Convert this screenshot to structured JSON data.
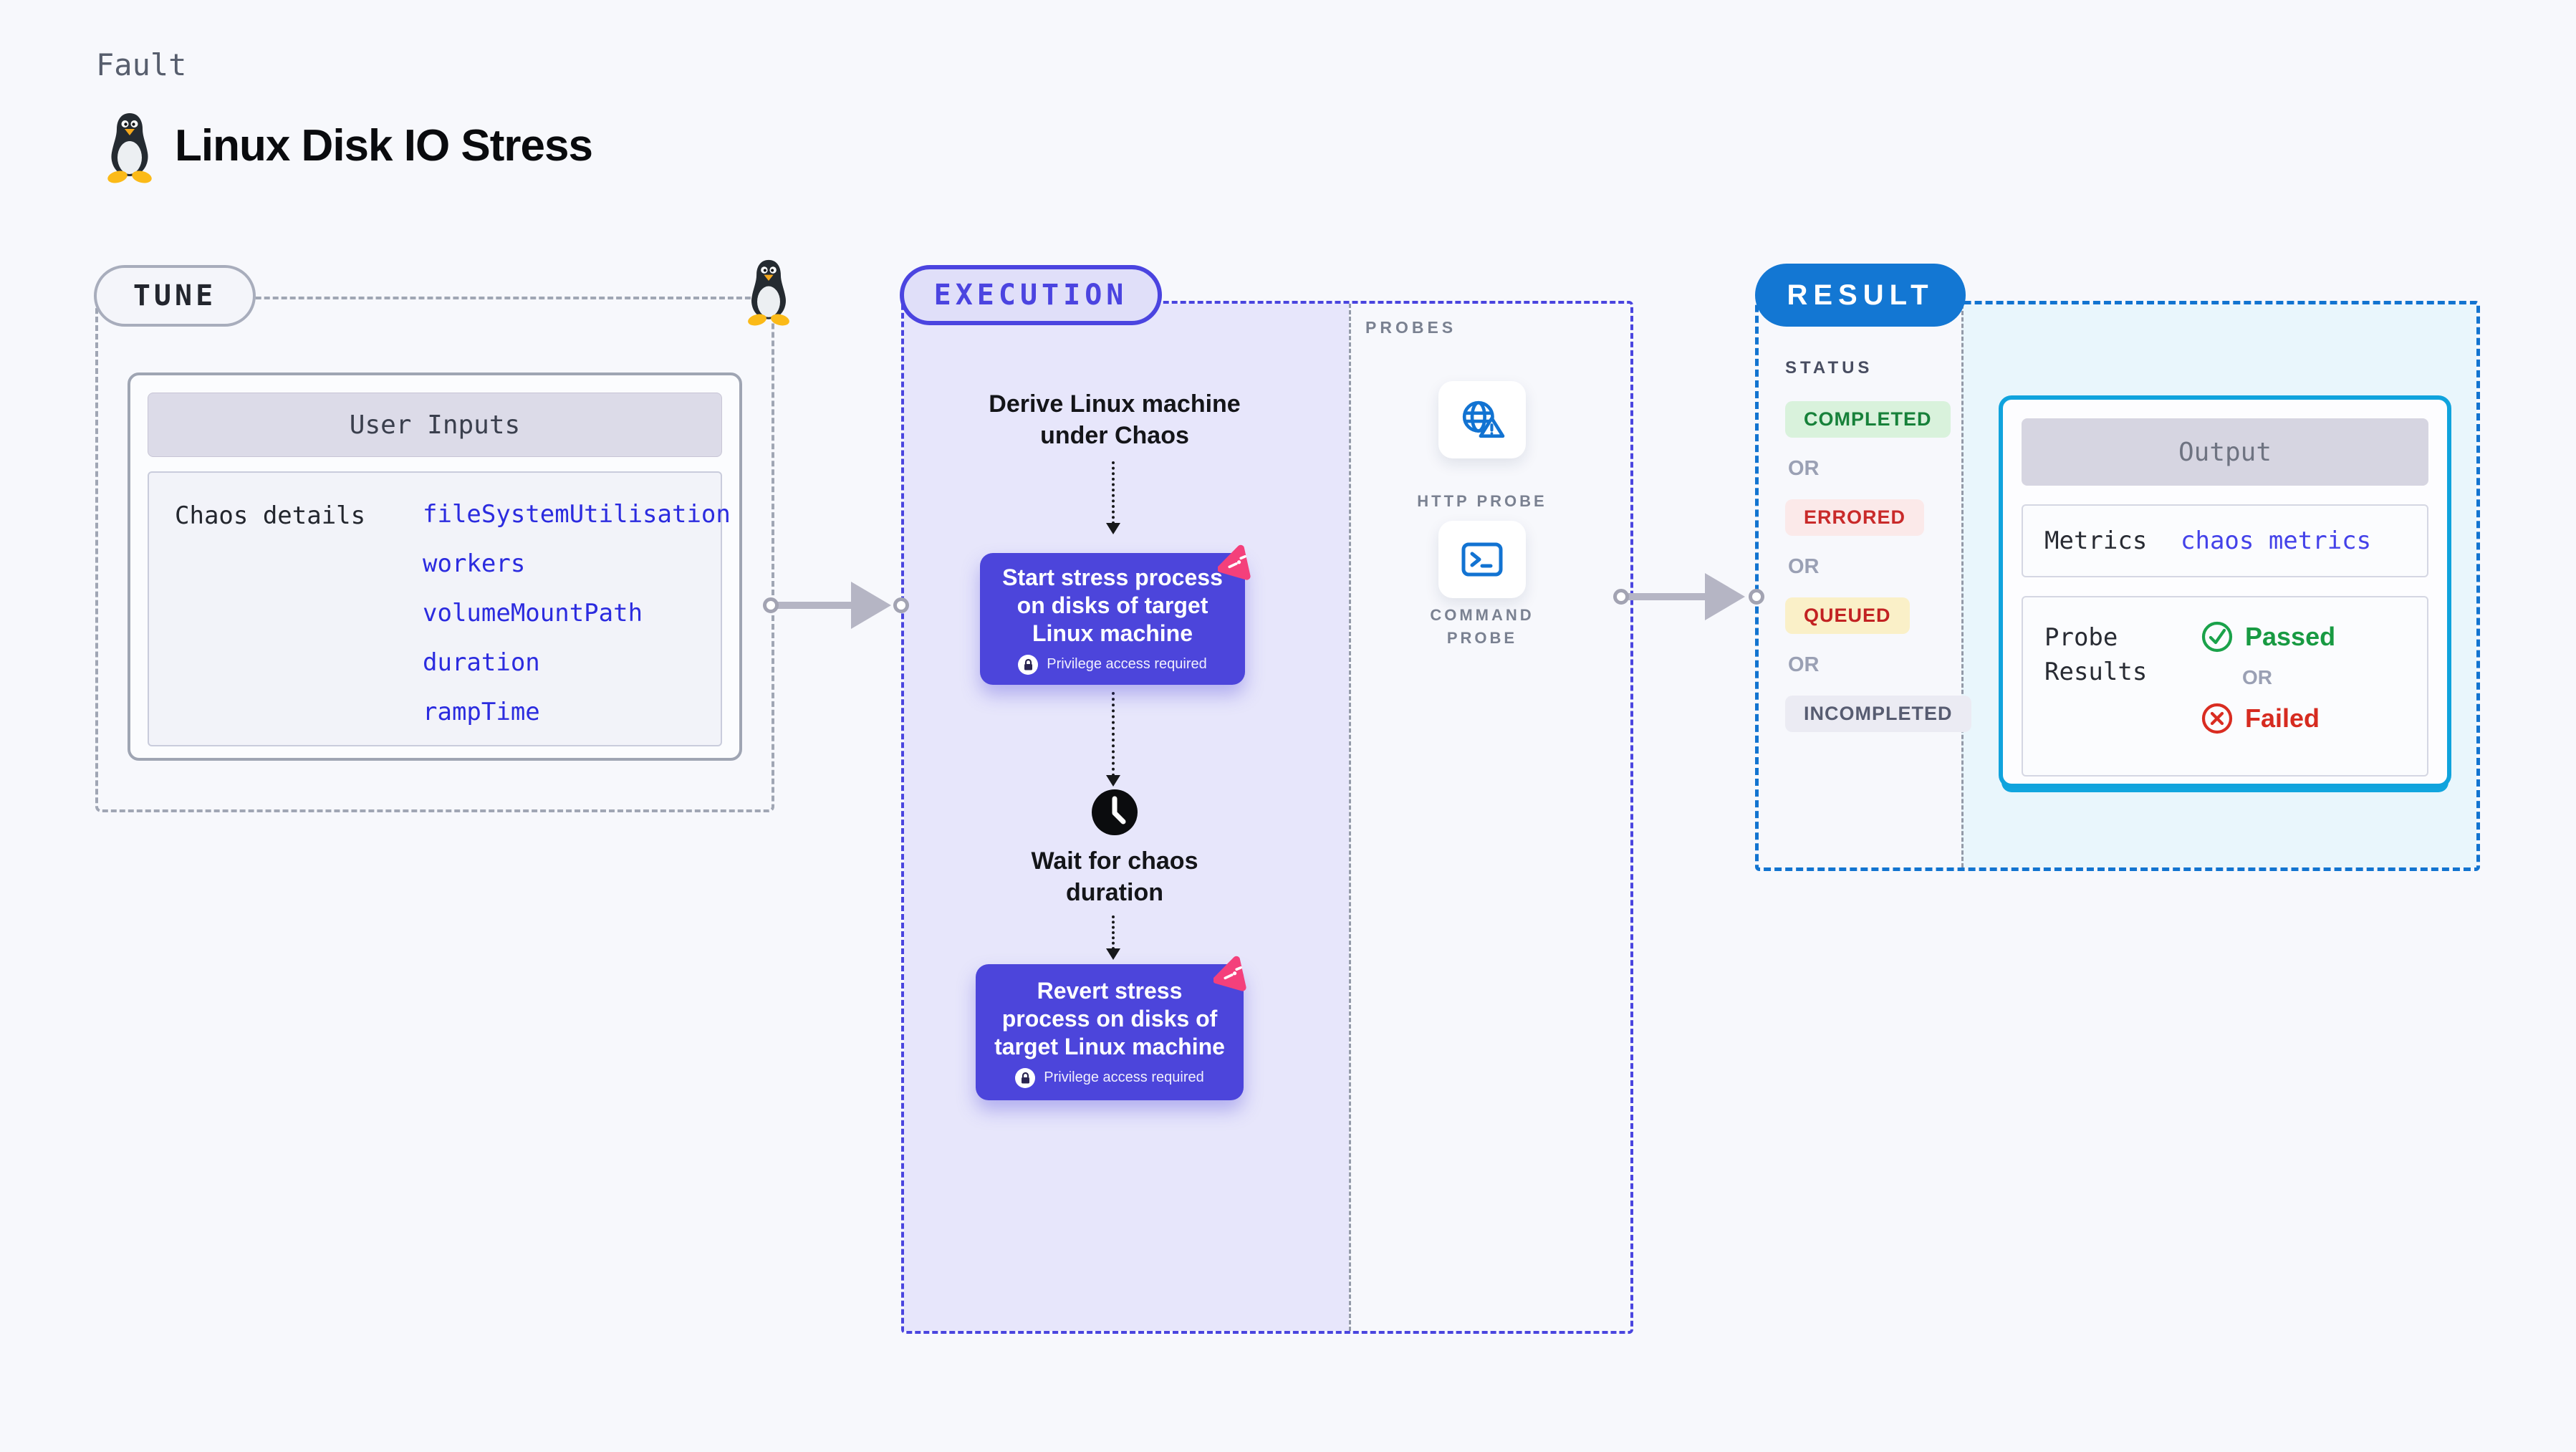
{
  "page": {
    "kicker": "Fault",
    "title": "Linux Disk IO Stress"
  },
  "tune": {
    "badge": "TUNE",
    "card_title": "User Inputs",
    "row_label": "Chaos details",
    "inputs": [
      "fileSystemUtilisation",
      "workers",
      "volumeMountPath",
      "duration",
      "rampTime"
    ]
  },
  "execution": {
    "badge": "EXECUTION",
    "step1": {
      "lines": [
        "Derive Linux machine",
        "under Chaos"
      ]
    },
    "step2": {
      "lines": [
        "Start stress process",
        "on disks of target",
        "Linux machine"
      ]
    },
    "step3": {
      "lines": [
        "Wait for chaos",
        "duration"
      ]
    },
    "step4": {
      "lines": [
        "Revert stress",
        "process on disks of",
        "target Linux machine"
      ]
    },
    "privilege_note": "Privilege access required"
  },
  "probes": {
    "label": "PROBES",
    "items": [
      {
        "label": "HTTP PROBE",
        "icon": "http-probe-icon"
      },
      {
        "label": "COMMAND PROBE",
        "icon": "command-probe-icon"
      }
    ]
  },
  "result": {
    "badge": "RESULT",
    "status_label": "STATUS",
    "or_label": "OR",
    "statuses": [
      "COMPLETED",
      "ERRORED",
      "QUEUED",
      "INCOMPLETED"
    ],
    "output": {
      "title": "Output",
      "metrics_label": "Metrics",
      "metrics_value": "chaos metrics",
      "probe_results_label": "Probe Results",
      "passed": "Passed",
      "failed": "Failed"
    }
  },
  "colors": {
    "page_bg": "#F7F8FC",
    "indigo_accent": "#4B44E0",
    "node_purple": "#4C45DB",
    "pink_badge": "#F4407B",
    "result_blue": "#1377D3",
    "output_cyan": "#10A3DD",
    "value_blue": "#2B2BDF",
    "passed_green": "#189A42",
    "failed_red": "#D62B20",
    "completed_green": "#17813A",
    "errored_red": "#C92A2A",
    "queued_red": "#C22222",
    "arrow_gray": "#B5B5C4"
  }
}
